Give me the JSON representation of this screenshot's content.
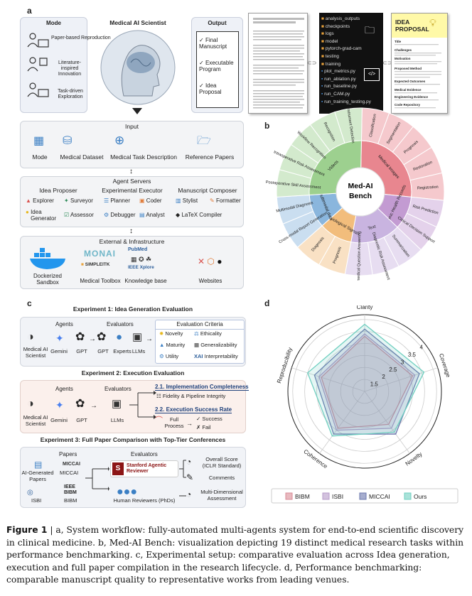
{
  "panels": {
    "a": "a",
    "b": "b",
    "c": "c",
    "d": "d"
  },
  "a": {
    "mode": {
      "title": "Mode",
      "items": [
        "Paper-based Reproduction",
        "Literature-inspired Innovation",
        "Task-driven Exploration"
      ]
    },
    "scientist_title": "Medical AI Scientist",
    "output": {
      "title": "Output",
      "items": [
        "Final Manuscript",
        "Executable Program",
        "Idea Proposal"
      ]
    },
    "files": [
      "analysis_outputs",
      "checkpoints",
      "logs",
      "model",
      "pytorch-grad-cam",
      "testing",
      "training",
      "plot_metrics.py",
      "run_ablation.py",
      "run_baseline.py",
      "run_CAM.py",
      "run_training_testing.py"
    ],
    "idea_card": {
      "title": "IDEA PROPOSAL",
      "sections": [
        "Title",
        "Challenges",
        "Motivation",
        "Proposed Method",
        "Expected Outcomes",
        "Medical Evidence",
        "Engineering Evidence",
        "Code Repository"
      ]
    },
    "input": {
      "title": "Input",
      "items": [
        "Mode",
        "Medical Dataset",
        "Medical Task Description",
        "Reference Papers"
      ]
    },
    "agents": {
      "title": "Agent Servers",
      "proposer": {
        "title": "Idea Proposer",
        "items": [
          "Explorer",
          "Surveyor",
          "Idea Generator",
          "Assessor"
        ]
      },
      "executor": {
        "title": "Experimental Executor",
        "items": [
          "Planner",
          "Coder",
          "Debugger",
          "Analyst"
        ]
      },
      "composer": {
        "title": "Manuscript Composer",
        "items": [
          "Stylist",
          "Formatter",
          "LaTeX Compiler"
        ]
      }
    },
    "external": {
      "title": "External & Infrastructure",
      "items": [
        "Dockerized Sandbox",
        "Medical Toolbox",
        "Knowledge base",
        "Websites"
      ],
      "logos": [
        "MONAI",
        "SIMPLEITK",
        "PubMed",
        "IEEE Xplore"
      ]
    }
  },
  "b": {
    "center_label": "Med-AI Bench",
    "categories": [
      {
        "name": "Medical Images",
        "color": "#e8868f",
        "tasks": [
          "Classification",
          "Segmentation",
          "Prognosis",
          "Restoration",
          "Registration"
        ]
      },
      {
        "name": "Electronic Health Records",
        "color": "#c39bd2",
        "tasks": [
          "Risk Prediction",
          "Clinical Decision Support"
        ]
      },
      {
        "name": "Text",
        "color": "#c9b4e0",
        "tasks": [
          "Summarization",
          "Diagnostic Risk Assessment",
          "Biomedical Question Answering"
        ]
      },
      {
        "name": "Physiological Signals",
        "color": "#f2bd7c",
        "tasks": [
          "Prognosis",
          "Diagnosis"
        ]
      },
      {
        "name": "Multimodal data",
        "color": "#8ab6dd",
        "tasks": [
          "Cross-modal Report Generation",
          "Multimodal Diagnosis"
        ]
      },
      {
        "name": "Videos",
        "color": "#9dd08f",
        "tasks": [
          "Postoperative Skill Assessment",
          "Intraoperative Risk Assessment",
          "Workflow Recognition",
          "Recognition",
          "Instrument Detection"
        ]
      }
    ]
  },
  "c": {
    "exp1": {
      "title": "Experiment 1: Idea Generation Evaluation",
      "agents_label": "Agents",
      "evaluators_label": "Evaluators",
      "agents": [
        "Medical AI Scientist",
        "Gemini",
        "GPT"
      ],
      "evaluators": [
        "GPT",
        "Experts",
        "LLMs"
      ],
      "criteria_title": "Evaluation Criteria",
      "criteria": [
        "Novelty",
        "Ethicality",
        "Maturity",
        "Generalizability",
        "Utility",
        "Interpretability"
      ]
    },
    "exp2": {
      "title": "Experiment 2: Execution Evaluation",
      "agents_label": "Agents",
      "evaluators_label": "Evaluators",
      "agents": [
        "Medical AI Scientist",
        "Gemini",
        "GPT"
      ],
      "evaluator": "LLMs",
      "s1_title": "2.1. Implementation Completeness",
      "s1_item": "Fidelity & Pipeline Integrity",
      "s2_title": "2.2. Execution Success Rate",
      "s2_left": "Full Process",
      "s2_items": [
        "Success",
        "Fail"
      ]
    },
    "exp3": {
      "title": "Experiment 3: Full Paper Comparison with Top-Tier Conferences",
      "papers_label": "Papers",
      "evaluators_label": "Evaluators",
      "papers": [
        "AI-Generated Papers",
        "MICCAI",
        "ISBI",
        "IEEE BIBM",
        "BIBM"
      ],
      "reviewer1": "Stanford Agentic Reviewer",
      "reviewer2": "Human Reviewers (PhDs)",
      "outputs": [
        "Overall Score (ICLR Standard)",
        "Comments",
        "Multi-Dimensional Assessment"
      ]
    }
  },
  "d": {
    "chart_data": {
      "type": "radar",
      "axes": [
        "Clarity",
        "Coverage",
        "Novelty",
        "Coherence",
        "Reproducibility"
      ],
      "ticks": [
        "1.5",
        "2",
        "2.5",
        "3",
        "3.5",
        "4"
      ],
      "rmin": 1,
      "rmax": 4.2,
      "series": [
        {
          "name": "BIBM",
          "color": "#d98a95",
          "values": [
            3.3,
            3.1,
            2.7,
            2.9,
            2.9
          ]
        },
        {
          "name": "ISBI",
          "color": "#b69ac8",
          "values": [
            3.4,
            3.2,
            2.9,
            3.0,
            3.0
          ]
        },
        {
          "name": "MICCAI",
          "color": "#6b77ad",
          "values": [
            3.6,
            3.4,
            3.2,
            3.2,
            3.2
          ]
        },
        {
          "name": "Ours",
          "color": "#6fcfc0",
          "values": [
            3.8,
            3.6,
            3.1,
            3.3,
            3.5
          ]
        }
      ],
      "legend_position": "bottom"
    }
  },
  "caption": {
    "label": "Figure 1",
    "text": "| a, System workflow: fully-automated multi-agents system for end-to-end scientific discovery in clinical medicine. b, Med-AI Bench: visualization depicting 19 distinct medical research tasks within performance benchmarking. c, Experimental setup: comparative evaluation across Idea generation, execution and full paper compilation in the research lifecycle. d, Performance benchmarking: comparable manuscript quality to representative works from leading venues."
  }
}
